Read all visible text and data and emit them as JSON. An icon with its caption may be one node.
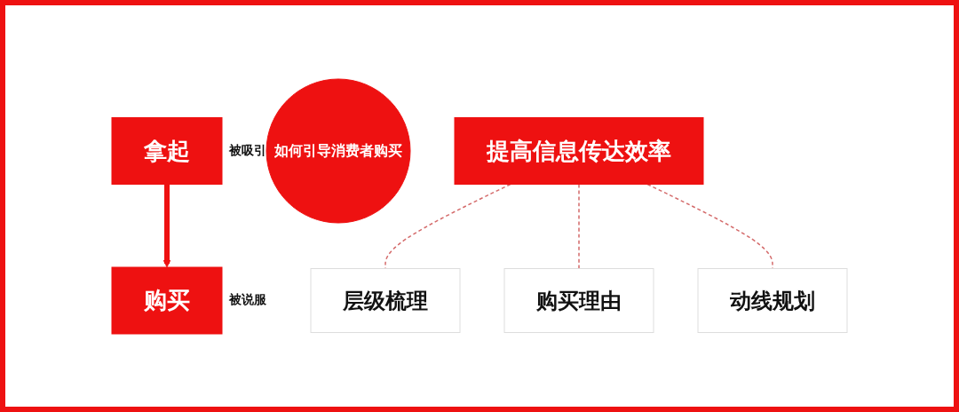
{
  "diagram": {
    "nodes": [
      {
        "text": [
          "拿起"
        ],
        "beside": [
          "被吸引"
        ]
      },
      {
        "text": [
          "购买"
        ],
        "beside": [
          "被说服"
        ]
      },
      {
        "text": [
          "如何引导消费者购买"
        ]
      },
      {
        "text": [
          "提高信息传达效率"
        ]
      },
      {
        "text": [
          "层级梳理"
        ]
      },
      {
        "text": [
          "购买理由"
        ]
      },
      {
        "text": [
          "动线规划"
        ]
      }
    ],
    "edges": [
      {
        "from": 0,
        "to": 1,
        "arrow": "to",
        "style": "thick",
        "color": "#ee1111"
      },
      {
        "from": 3,
        "to": 4,
        "arrow": "none",
        "style": "dashed"
      },
      {
        "from": 3,
        "to": 5,
        "arrow": "none",
        "style": "dashed"
      },
      {
        "from": 3,
        "to": 6,
        "arrow": "none",
        "style": "dashed"
      }
    ]
  }
}
